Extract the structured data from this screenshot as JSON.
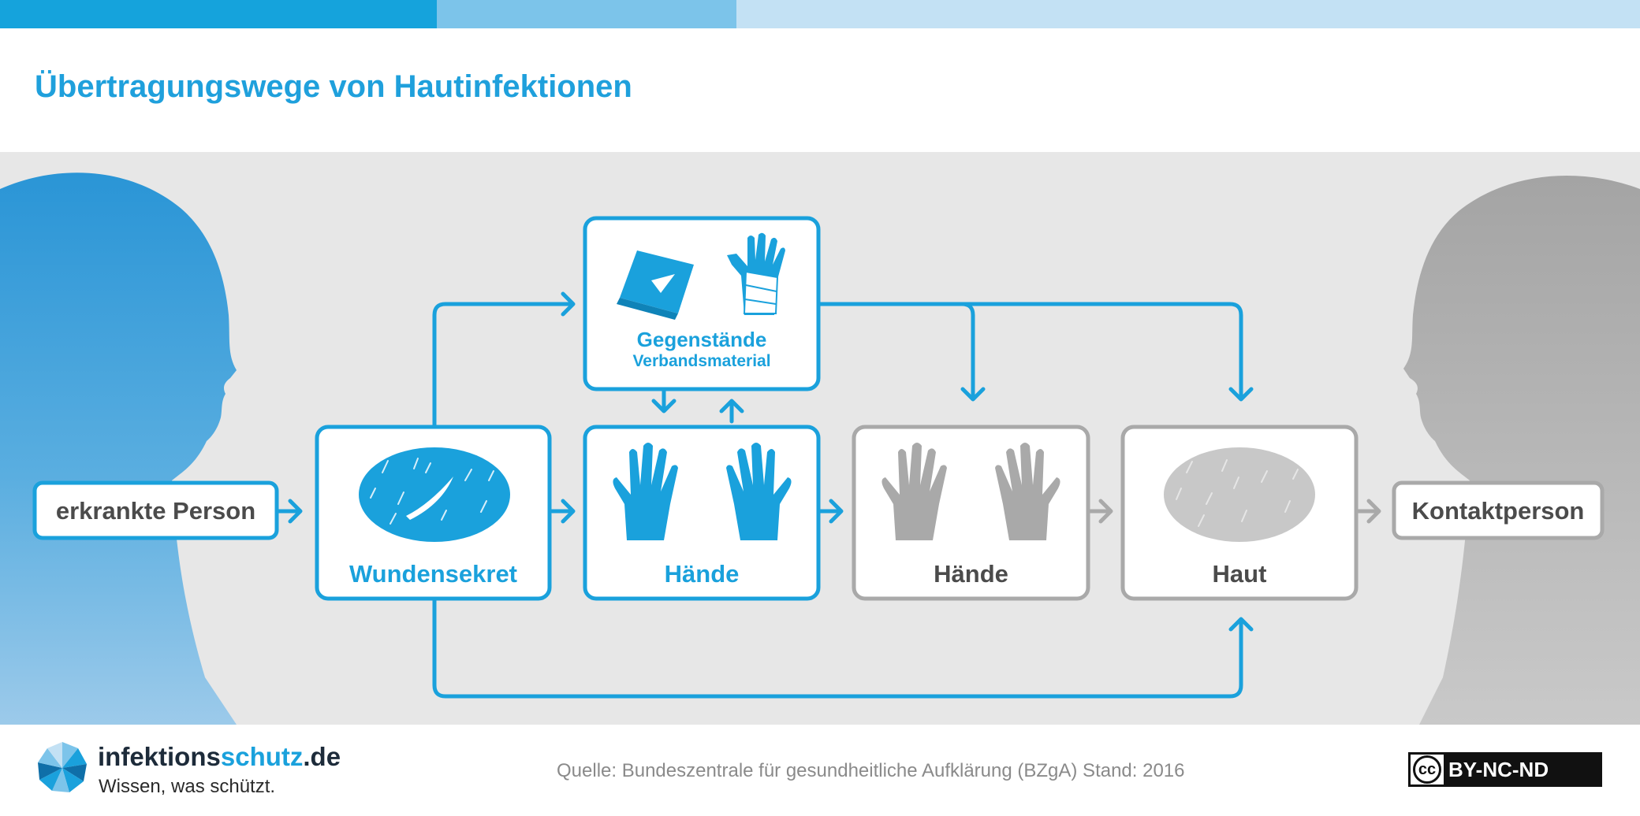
{
  "title": "Übertragungswege von Hautinfektionen",
  "nodes": {
    "erkrankte_person": "erkrankte Person",
    "wundensekret": "Wundensekret",
    "gegenstaende": "Gegenstände",
    "gegenstaende_sub": "Verbandsmaterial",
    "haende_infected": "Hände",
    "haende_contact": "Hände",
    "haut": "Haut",
    "kontaktperson": "Kontaktperson"
  },
  "footer": {
    "brand_part1": "infektions",
    "brand_part2": "schutz",
    "brand_part3": ".de",
    "tagline": "Wissen, was schützt.",
    "source": "Quelle: Bundeszentrale für gesundheitliche Aufklärung (BZgA) Stand: 2016",
    "license_cc": "cc",
    "license": "BY-NC-ND"
  },
  "colors": {
    "accent_blue": "#1aa1dc",
    "contact_gray": "#a9a9a9",
    "panel_bg": "#e7e7e7"
  },
  "icons": [
    "bandage-icon",
    "bandaged-hand-icon",
    "wound-icon",
    "hands-icon",
    "skin-icon",
    "head-silhouette-icon"
  ]
}
